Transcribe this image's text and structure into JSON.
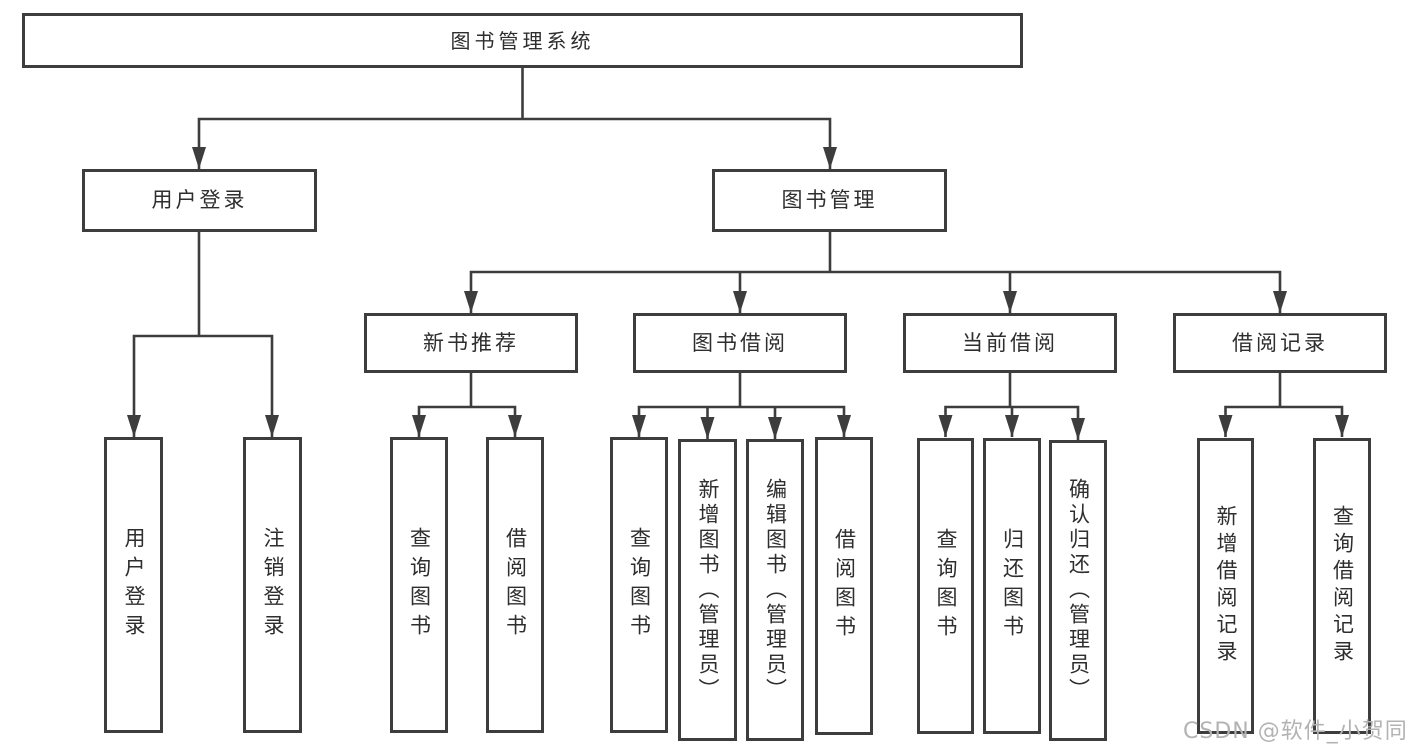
{
  "diagram": {
    "root": {
      "label": "图书管理系统"
    },
    "level2": [
      {
        "label": "用户登录"
      },
      {
        "label": "图书管理"
      }
    ],
    "level3": [
      {
        "label": "新书推荐"
      },
      {
        "label": "图书借阅"
      },
      {
        "label": "当前借阅"
      },
      {
        "label": "借阅记录"
      }
    ],
    "leaves": {
      "user_login": [
        "用户登录",
        "注销登录"
      ],
      "new_book_recommend": [
        "查询图书",
        "借阅图书"
      ],
      "book_borrow": [
        "查询图书",
        "新增图书（管理员）",
        "编辑图书（管理员）",
        "借阅图书"
      ],
      "current_borrow": [
        "查询图书",
        "归还图书",
        "确认归还（管理员）"
      ],
      "borrow_record": [
        "新增借阅记录",
        "查询借阅记录"
      ]
    }
  },
  "watermark": "CSDN @软件_小贺同学",
  "colors": {
    "line": "#3d3d3d",
    "text": "#2e2e2e",
    "watermark": "#b3b3b3",
    "background": "#ffffff"
  }
}
